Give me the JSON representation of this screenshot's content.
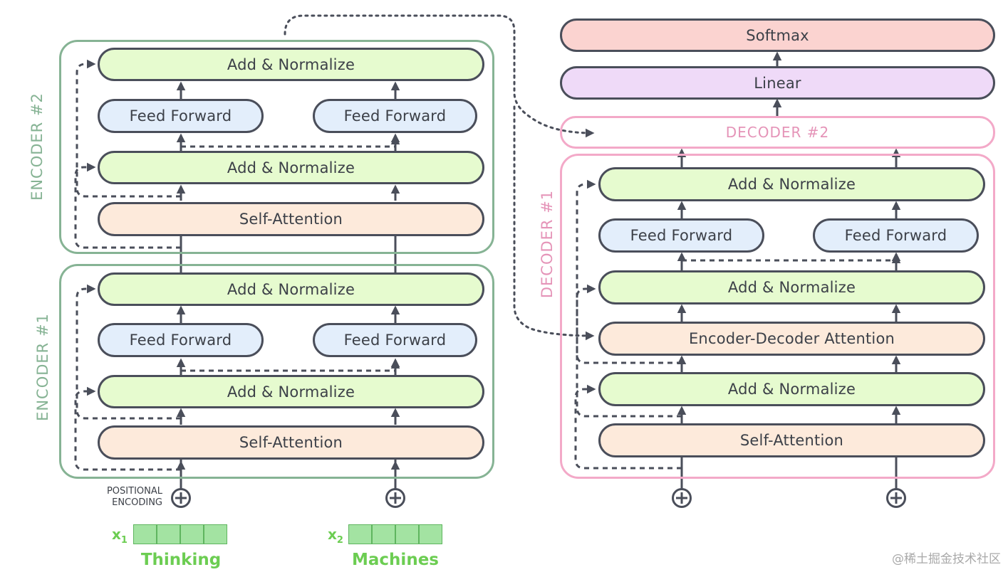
{
  "encoder2": {
    "label": "ENCODER #2",
    "add_norm_top": "Add & Normalize",
    "ff_left": "Feed Forward",
    "ff_right": "Feed Forward",
    "add_norm_bottom": "Add & Normalize",
    "self_attention": "Self-Attention"
  },
  "encoder1": {
    "label": "ENCODER #1",
    "add_norm_top": "Add & Normalize",
    "ff_left": "Feed Forward",
    "ff_right": "Feed Forward",
    "add_norm_bottom": "Add & Normalize",
    "self_attention": "Self-Attention"
  },
  "decoder_top": {
    "softmax": "Softmax",
    "linear": "Linear",
    "decoder2_label": "DECODER #2"
  },
  "decoder1": {
    "label": "DECODER #1",
    "add_norm_top": "Add & Normalize",
    "ff_left": "Feed Forward",
    "ff_right": "Feed Forward",
    "add_norm_mid": "Add & Normalize",
    "enc_dec_attention": "Encoder-Decoder Attention",
    "add_norm_bottom": "Add & Normalize",
    "self_attention": "Self-Attention"
  },
  "inputs": {
    "positional_encoding": "POSITIONAL\nENCODING",
    "x1_letter": "x",
    "x1_sub": "1",
    "x2_letter": "x",
    "x2_sub": "2",
    "word1": "Thinking",
    "word2": "Machines"
  },
  "colors": {
    "encoder_frame": "#86b394",
    "decoder_frame": "#f3a9c8",
    "add_normalize_fill": "#e6fbcf",
    "feed_forward_fill": "#e3eefb",
    "attention_fill": "#fdeadb",
    "linear_fill": "#efdaf8",
    "softmax_fill": "#fbd3d0",
    "word_green": "#6ccd52"
  },
  "watermark": "@稀土掘金技术社区"
}
